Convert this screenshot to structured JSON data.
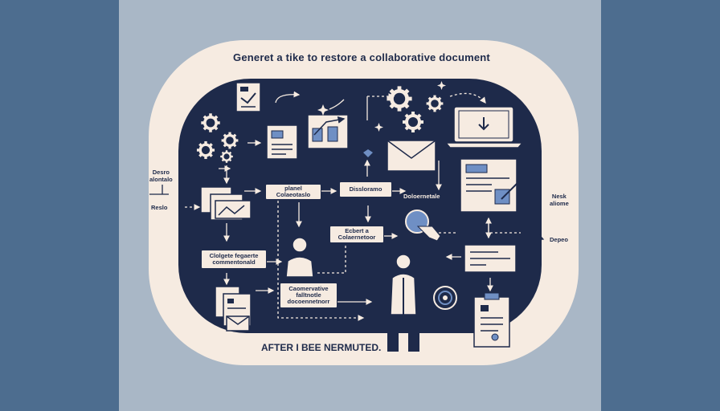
{
  "title": "Generet a tike to restore a collaborative document",
  "footer": "AFTER I BEE NERMUTED.",
  "left_labels": {
    "top": [
      "Desro",
      "alontalo"
    ],
    "bottom": "Reslo"
  },
  "right_labels": {
    "top": [
      "Nesk",
      "aliome"
    ],
    "bottom": "Depeo"
  },
  "boxes": {
    "planel": [
      "planel",
      "Colaeotaslo"
    ],
    "dissloramo": "Dissloramo",
    "doloernetale": "Doloernetale",
    "ecbert": [
      "Ecbert a",
      "Colaernetoor"
    ],
    "clolgete": [
      "Clolgete fegaerte",
      "commentonald"
    ],
    "caomervative": [
      "Caomervative",
      "falltnotle",
      "docoennetnorr"
    ]
  },
  "colors": {
    "navy": "#1e2a4a",
    "cream": "#f6ebe1",
    "accent_blue": "#6f8fc4",
    "background_blue": "#4d6d8f",
    "panel_grey": "#a9b7c6"
  },
  "icons": [
    "gear-icon",
    "document-icon",
    "laptop-icon",
    "envelope-icon",
    "chart-icon",
    "person-icon",
    "target-icon",
    "clipboard-icon",
    "pointing-hand-icon"
  ]
}
